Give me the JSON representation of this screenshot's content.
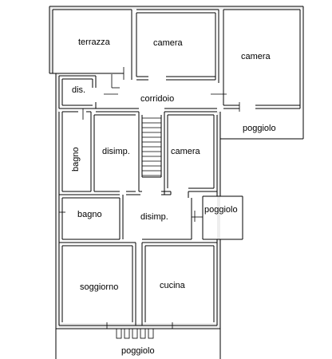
{
  "rooms": {
    "terrazza": "terrazza",
    "camera_top_center": "camera",
    "camera_top_right": "camera",
    "dis": "dis.",
    "corridoio": "corridoio",
    "poggiolo_right_top": "poggiolo",
    "bagno_vertical": "bagno",
    "disimp_upper": "disimp.",
    "camera_middle": "camera",
    "bagno_lower": "bagno",
    "disimp_lower": "disimp.",
    "poggiolo_right_middle": "poggiolo",
    "soggiorno": "soggiorno",
    "cucina": "cucina",
    "poggiolo_bottom": "poggiolo"
  },
  "colors": {
    "wall": "#000000",
    "wall_fill": "#eeeeee",
    "background": "#ffffff"
  }
}
